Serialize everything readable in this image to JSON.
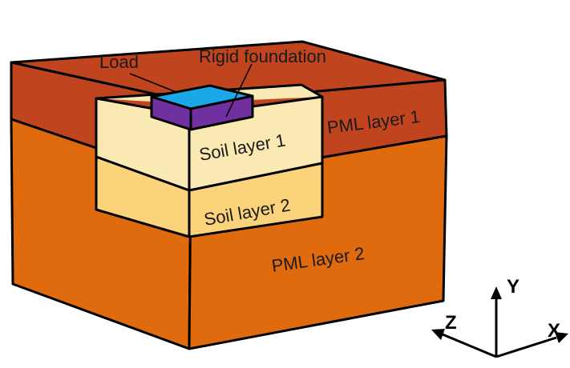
{
  "labels": {
    "load": "Load",
    "rigid_foundation": "Rigid foundation",
    "pml_layer_1": "PML layer 1",
    "soil_layer_1": "Soil layer 1",
    "soil_layer_2": "Soil layer 2",
    "pml_layer_2": "PML layer 2"
  },
  "axes": {
    "x": "X",
    "y": "Y",
    "z": "Z"
  },
  "colors": {
    "pml_layer_1": "#c0451e",
    "pml_layer_2": "#e06a0e",
    "soil_layer_1": "#fbe9b4",
    "soil_layer_2": "#fbd37a",
    "foundation_top": "#1aa8e8",
    "foundation_side": "#7030a0",
    "outline": "#000000"
  }
}
